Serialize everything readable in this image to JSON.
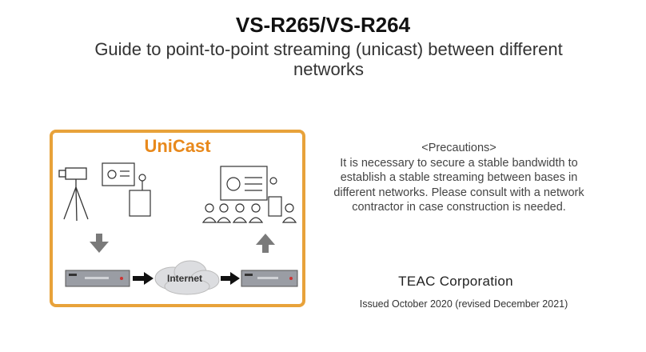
{
  "header": {
    "title": "VS-R265/VS-R264",
    "subtitle": "Guide to point-to-point streaming (unicast) between different networks"
  },
  "figure": {
    "title": "UniCast",
    "cloud_label": "Internet",
    "colors": {
      "border": "#e8a23a",
      "title": "#e8891c",
      "device": "#8a8d94",
      "arrow": "#7a7a7a"
    }
  },
  "precautions": {
    "heading": "<Precautions>",
    "body": "It is necessary to secure a stable bandwidth to establish a stable streaming between bases in different networks. Please consult with a network contractor in case construction is needed."
  },
  "footer": {
    "company": "TEAC  Corporation",
    "issued": "Issued October 2020 (revised December 2021)"
  }
}
